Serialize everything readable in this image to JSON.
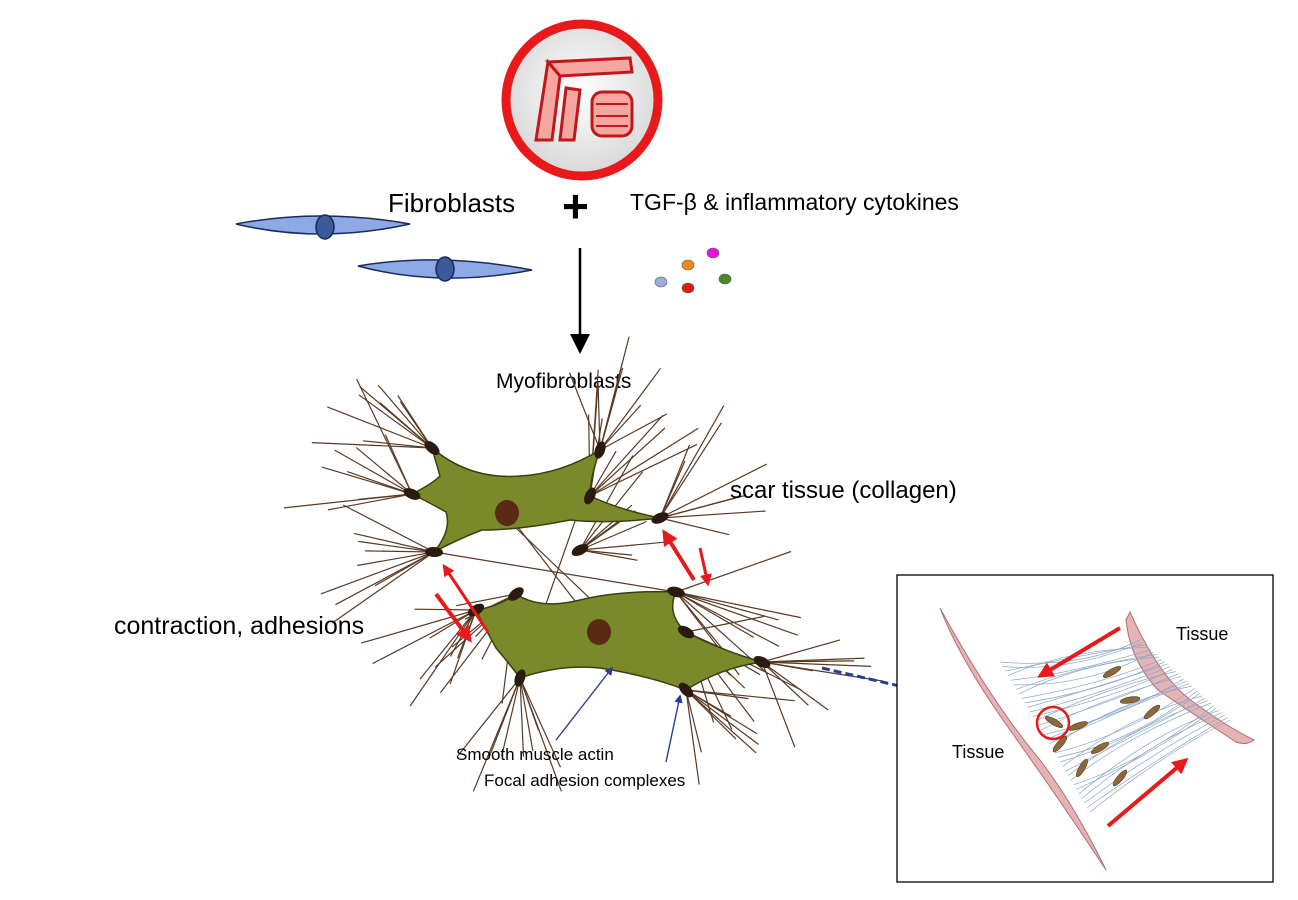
{
  "labels": {
    "fibroblasts": "Fibroblasts",
    "plus": "+",
    "cytokines": "TGF-β & inflammatory cytokines",
    "myofibroblasts": "Myofibroblasts",
    "scar_tissue": "scar tissue (collagen)",
    "contraction": "contraction, adhesions",
    "smooth_muscle_actin": "Smooth muscle actin",
    "focal_adhesion": "Focal adhesion complexes",
    "tissue_upper_right": "Tissue",
    "tissue_lower_left": "Tissue"
  },
  "colors": {
    "fibroblast_body": "#8eaae6",
    "fibroblast_nucleus": "#3a5a9a",
    "myofibroblast_body": "#7a8a2a",
    "myofibroblast_nucleus": "#5a2a14",
    "fibers": "#5a3a24",
    "adhesion": "#2a1a10",
    "arrow_red": "#e8191b",
    "tissue": "#e6b3b5",
    "collagen": "#8aa6c8",
    "cytokine_dots": [
      "#9aaed8",
      "#f08c14",
      "#e814d8",
      "#e01a10",
      "#4a8a24"
    ]
  },
  "icons": {
    "badge": "hand-gripping-icon"
  }
}
